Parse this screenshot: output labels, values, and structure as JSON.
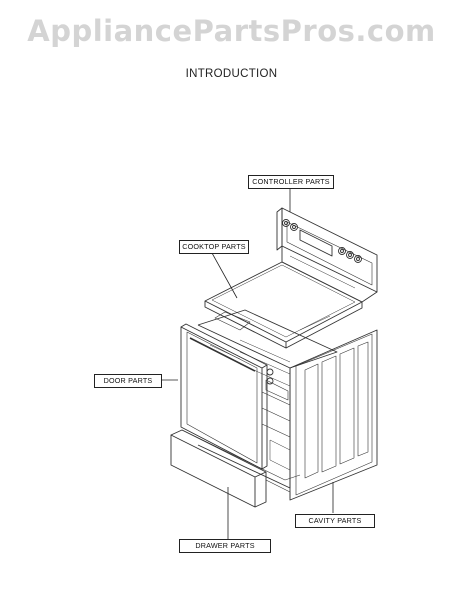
{
  "watermark": "AppliancePartsPros.com",
  "title": "INTRODUCTION",
  "labels": {
    "controller": "CONTROLLER PARTS",
    "cooktop": "COOKTOP PARTS",
    "door": "DOOR PARTS",
    "cavity": "CAVITY  PARTS",
    "drawer": "DRAWER PARTS"
  },
  "colors": {
    "line": "#333333",
    "watermark": "#d4d4d4"
  }
}
